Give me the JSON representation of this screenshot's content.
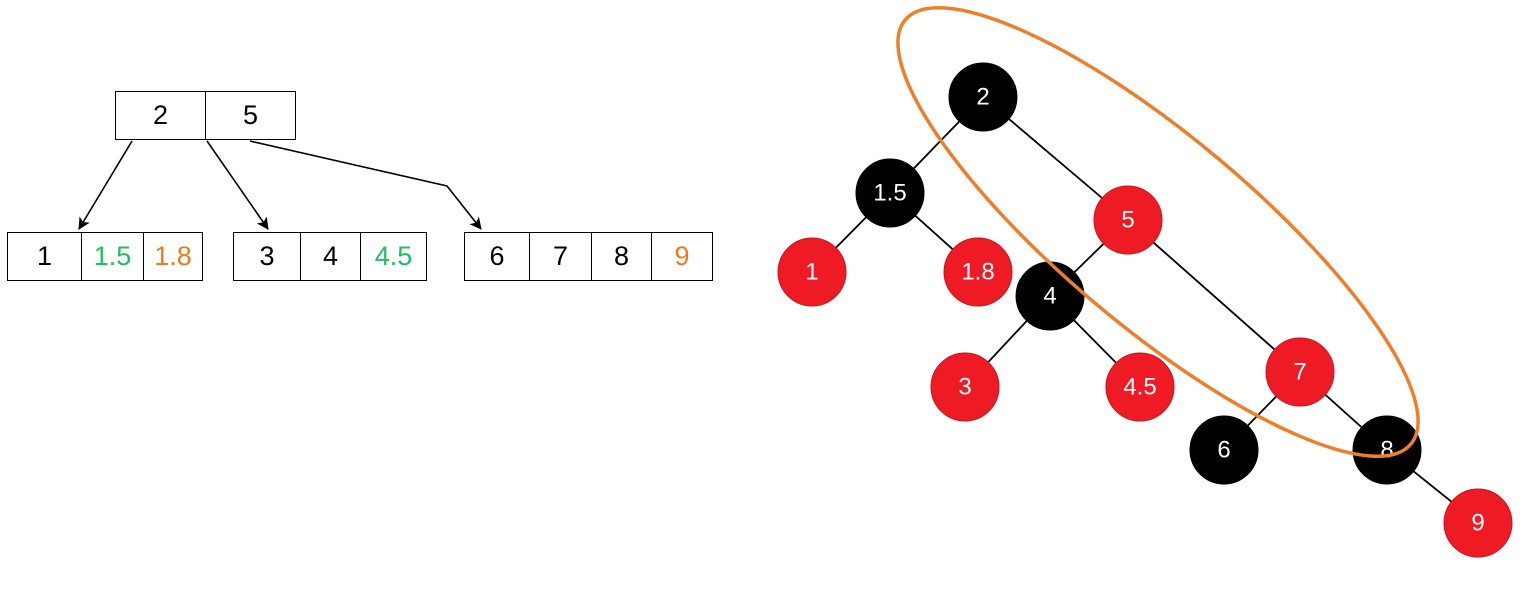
{
  "colors": {
    "black_node": "#000000",
    "red_node": "#ee1b24",
    "red_node_stroke": "#c4161d",
    "inserted_first": "#1fbf5f",
    "inserted_second": "#f07a1a",
    "highlight_ellipse": "#ee7f2a",
    "edge": "#000000"
  },
  "btree": {
    "root": {
      "keys": [
        {
          "text": "2",
          "color": "default"
        },
        {
          "text": "5",
          "color": "default"
        }
      ]
    },
    "leaves": [
      {
        "keys": [
          {
            "text": "1",
            "color": "default"
          },
          {
            "text": "1.5",
            "color": "inserted_first"
          },
          {
            "text": "1.8",
            "color": "inserted_second"
          }
        ]
      },
      {
        "keys": [
          {
            "text": "3",
            "color": "default"
          },
          {
            "text": "4",
            "color": "default"
          },
          {
            "text": "4.5",
            "color": "inserted_first"
          }
        ]
      },
      {
        "keys": [
          {
            "text": "6",
            "color": "default"
          },
          {
            "text": "7",
            "color": "default"
          },
          {
            "text": "8",
            "color": "default"
          },
          {
            "text": "9",
            "color": "inserted_second"
          }
        ]
      }
    ]
  },
  "rbtree": {
    "nodes": [
      {
        "id": "n2",
        "label": "2",
        "color": "black"
      },
      {
        "id": "n1_5",
        "label": "1.5",
        "color": "black"
      },
      {
        "id": "n5",
        "label": "5",
        "color": "red"
      },
      {
        "id": "n1",
        "label": "1",
        "color": "red"
      },
      {
        "id": "n1_8",
        "label": "1.8",
        "color": "red"
      },
      {
        "id": "n4",
        "label": "4",
        "color": "black"
      },
      {
        "id": "n3",
        "label": "3",
        "color": "red"
      },
      {
        "id": "n4_5",
        "label": "4.5",
        "color": "red"
      },
      {
        "id": "n7",
        "label": "7",
        "color": "red"
      },
      {
        "id": "n6",
        "label": "6",
        "color": "black"
      },
      {
        "id": "n8",
        "label": "8",
        "color": "black"
      },
      {
        "id": "n9",
        "label": "9",
        "color": "red"
      }
    ],
    "edges": [
      [
        "n2",
        "n1_5"
      ],
      [
        "n2",
        "n5"
      ],
      [
        "n1_5",
        "n1"
      ],
      [
        "n1_5",
        "n1_8"
      ],
      [
        "n5",
        "n4"
      ],
      [
        "n5",
        "n7"
      ],
      [
        "n4",
        "n3"
      ],
      [
        "n4",
        "n4_5"
      ],
      [
        "n7",
        "n6"
      ],
      [
        "n7",
        "n8"
      ],
      [
        "n8",
        "n9"
      ]
    ]
  }
}
